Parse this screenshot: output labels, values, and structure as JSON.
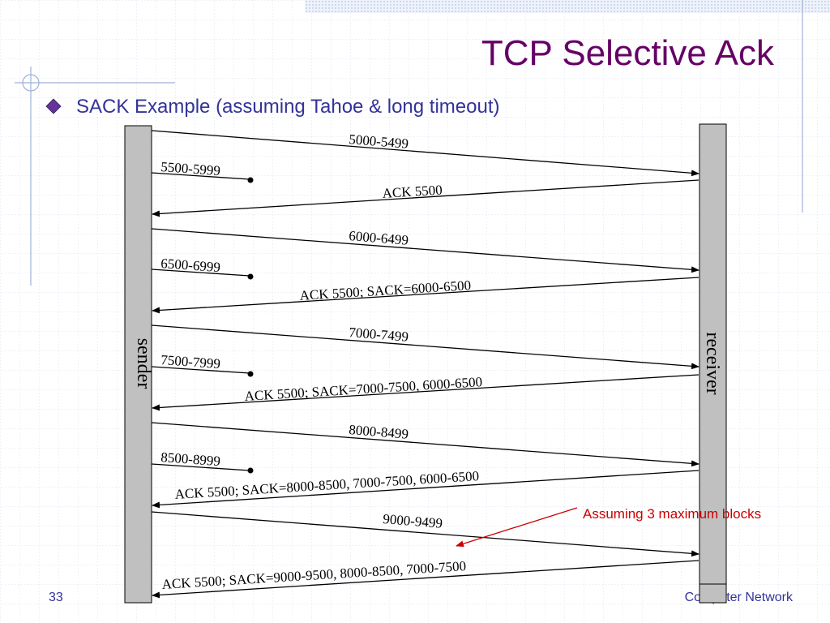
{
  "slide": {
    "title": "TCP Selective Ack",
    "bullet": "SACK Example (assuming Tahoe & long timeout)",
    "page_number": "33",
    "footer": "Computer Network"
  },
  "diagram": {
    "sender_label": "sender",
    "receiver_label": "receiver",
    "annotation": "Assuming 3 maximum blocks",
    "segments": [
      {
        "label": "5000-5499",
        "lost": false
      },
      {
        "label": "5500-5999",
        "lost": true
      },
      {
        "label": "ACK 5500",
        "direction": "back"
      },
      {
        "label": "6000-6499",
        "lost": false
      },
      {
        "label": "6500-6999",
        "lost": true
      },
      {
        "label": "ACK 5500; SACK=6000-6500",
        "direction": "back"
      },
      {
        "label": "7000-7499",
        "lost": false
      },
      {
        "label": "7500-7999",
        "lost": true
      },
      {
        "label": "ACK 5500; SACK=7000-7500, 6000-6500",
        "direction": "back"
      },
      {
        "label": "8000-8499",
        "lost": false
      },
      {
        "label": "8500-8999",
        "lost": true
      },
      {
        "label": "ACK 5500; SACK=8000-8500, 7000-7500, 6000-6500",
        "direction": "back"
      },
      {
        "label": "9000-9499",
        "lost": false
      },
      {
        "label": "ACK 5500; SACK=9000-9500, 8000-8500, 7000-7500",
        "direction": "back"
      }
    ]
  },
  "colors": {
    "title": "#660066",
    "bullet_diamond": "#663399",
    "annotation": "#cc0000",
    "footer_text": "#333399",
    "timeline_fill": "#c0c0c0",
    "grid_line": "#d6dff0",
    "decor_line": "#9fb0d8"
  }
}
